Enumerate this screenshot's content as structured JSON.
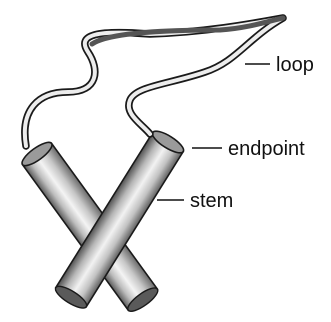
{
  "labels": {
    "loop": "loop",
    "endpoint": "endpoint",
    "stem": "stem"
  },
  "colors": {
    "background": "#ffffff",
    "outline": "#1a1a1a",
    "leader_line": "#111111",
    "text": "#111111",
    "stem_light": "#f4f4f4",
    "stem_mid": "#bdbdbd",
    "stem_dark": "#5a5a5a",
    "loop_fill": "#ededed",
    "loop_shadow": "#555555"
  }
}
